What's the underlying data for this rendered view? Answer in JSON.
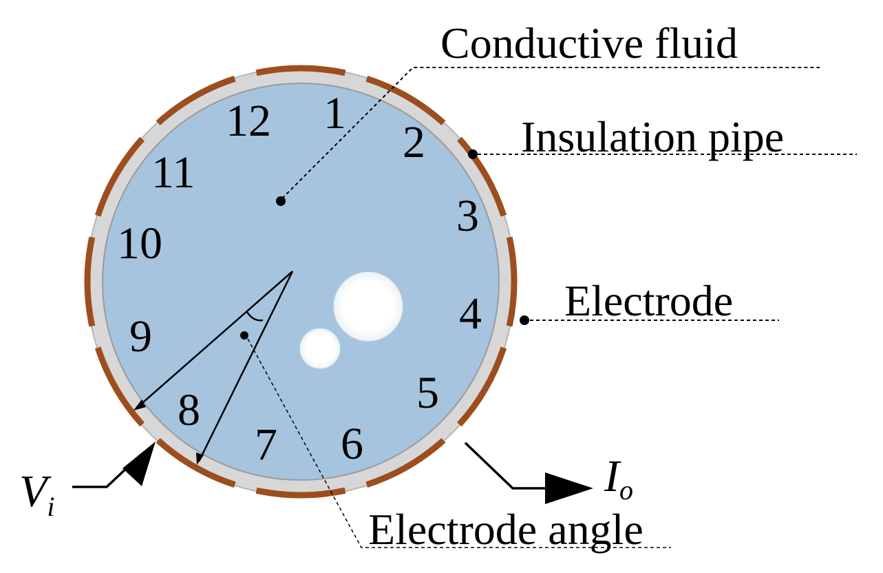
{
  "labels": {
    "conductive_fluid": "Conductive fluid",
    "insulation_pipe": "Insulation pipe",
    "electrode": "Electrode",
    "electrode_angle": "Electrode angle"
  },
  "electrode_numbers": [
    "1",
    "2",
    "3",
    "4",
    "5",
    "6",
    "7",
    "8",
    "9",
    "10",
    "11",
    "12"
  ],
  "terminals": {
    "input_symbol": "V",
    "input_subscript": "i",
    "output_symbol": "I",
    "output_subscript": "o"
  },
  "colors": {
    "fluid": "#a7c4de",
    "pipe": "#d7d7d7",
    "electrode": "#9c4e1e",
    "bubble": "#ffffff",
    "ink": "#000000"
  }
}
